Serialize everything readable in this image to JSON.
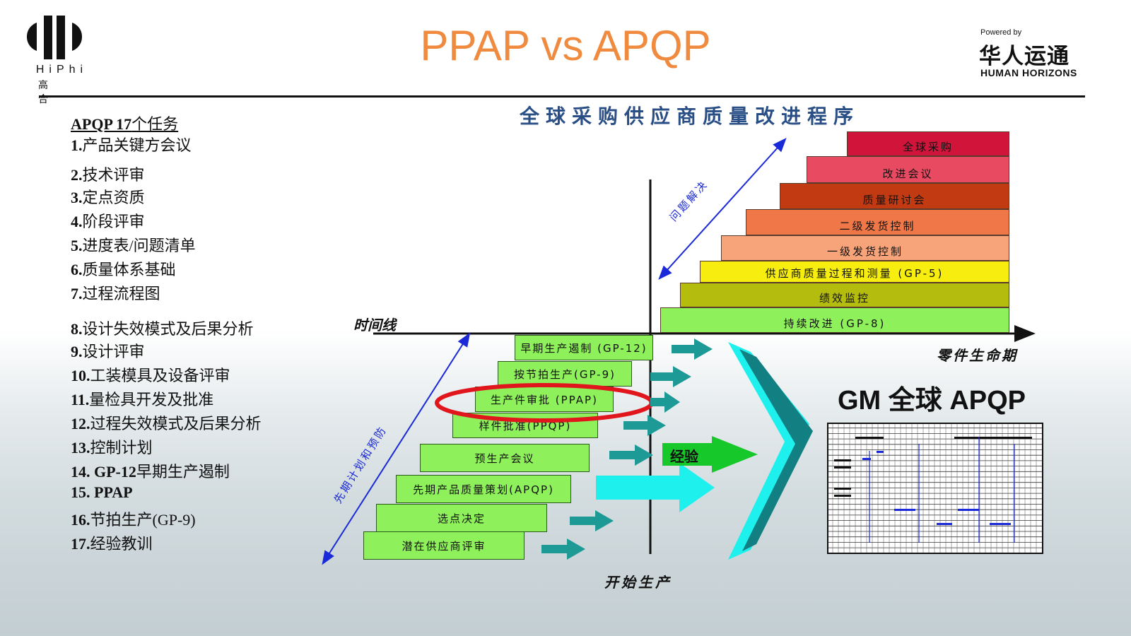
{
  "header": {
    "title": "PPAP vs APQP",
    "left_logo": {
      "text": "HiPhi",
      "subtext": "高合"
    },
    "right_logo": {
      "powered_by": "Powered by",
      "cn": "华人运通",
      "en": "HUMAN HORIZONS"
    }
  },
  "tasks": {
    "heading_prefix": "APQP 17",
    "heading_suffix": "个任务",
    "items": [
      {
        "num": "1.",
        "label": "产品关键方会议"
      },
      {
        "num": "2.",
        "label": "技术评审"
      },
      {
        "num": "3.",
        "label": "定点资质"
      },
      {
        "num": "4.",
        "label": "阶段评审"
      },
      {
        "num": "5.",
        "label": "进度表/问题清单"
      },
      {
        "num": "6.",
        "label": "质量体系基础"
      },
      {
        "num": "7.",
        "label": "过程流程图"
      },
      {
        "num": "8.",
        "label": "设计失效模式及后果分析"
      },
      {
        "num": "9.",
        "label": "设计评审"
      },
      {
        "num": "10.",
        "label": "工装模具及设备评审"
      },
      {
        "num": "11.",
        "label": "量检具开发及批准"
      },
      {
        "num": "12.",
        "label": "过程失效模式及后果分析"
      },
      {
        "num": "13.",
        "label": "控制计划"
      },
      {
        "num": "14. GP-12",
        "label": "早期生产遏制"
      },
      {
        "num": "15. PPAP",
        "label": ""
      },
      {
        "num": "16.",
        "label": "节拍生产(GP-9)"
      },
      {
        "num": "17.",
        "label": "经验教训"
      }
    ]
  },
  "diagram": {
    "title": "全球采购供应商质量改进程序",
    "timeline_label": "时间线",
    "lifecycle_label": "零件生命期",
    "start_production_label": "开始生产",
    "problem_solving_label": "问题解决",
    "advance_planning_label": "先期计划和预防",
    "experience_label": "经验",
    "gm_title": "GM 全球 APQP",
    "pre_steps": [
      "早期生产遏制 (GP-12)",
      "按节拍生产(GP-9)",
      "生产件审批 (PPAP)",
      "样件批准(PPQP)",
      "预生产会议",
      "先期产品质量策划(APQP)",
      "选点决定",
      "潜在供应商评审"
    ],
    "post_bars": [
      {
        "label": "全球采购",
        "color": "#d0143a"
      },
      {
        "label": "改进会议",
        "color": "#e84a62"
      },
      {
        "label": "质量研讨会",
        "color": "#c23a12"
      },
      {
        "label": "二级发货控制",
        "color": "#f07848"
      },
      {
        "label": "一级发货控制",
        "color": "#f7a47a"
      },
      {
        "label": "供应商质量过程和测量 (GP-5)",
        "color": "#f7ee10"
      },
      {
        "label": "绩效监控",
        "color": "#b4bc0e"
      },
      {
        "label": "持续改进 (GP-8)",
        "color": "#8ef05a"
      }
    ],
    "highlight_color": "#e0161c",
    "arrow_teal": "#1e9a96",
    "arrow_cyan": "#1ef0ee",
    "arrow_green": "#17c82a"
  }
}
